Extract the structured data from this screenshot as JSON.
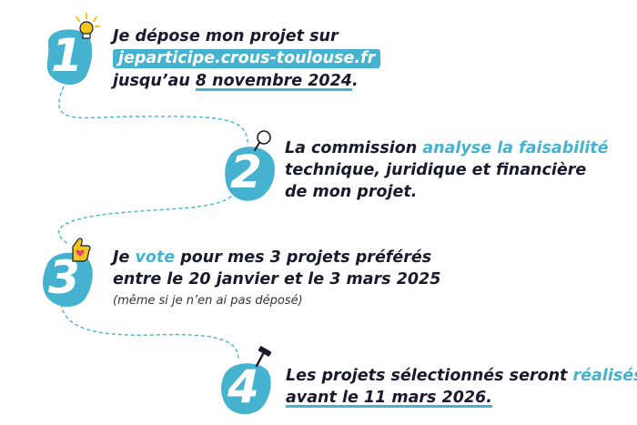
{
  "colors": {
    "accent": "#45b3cf",
    "text": "#1a1a2e",
    "bulb": "#f5c518",
    "heart": "#e8457a"
  },
  "steps": [
    {
      "number": "1",
      "icon": "lightbulb-icon",
      "line1": "Je dépose mon projet sur",
      "link": "jeparticipe.crous-toulouse.fr",
      "line3_prefix": "jusqu’au ",
      "line3_date": "8 novembre 2024",
      "line3_suffix": "."
    },
    {
      "number": "2",
      "icon": "magnifier-icon",
      "line1_prefix": "La commission ",
      "line1_highlight": "analyse la faisabilité",
      "line2": "technique, juridique et financière",
      "line3": "de mon projet."
    },
    {
      "number": "3",
      "icon": "thumbs-up-heart-icon",
      "line1_prefix": "Je ",
      "line1_highlight": "vote",
      "line1_suffix": " pour mes 3 projets préférés",
      "line2": "entre le 20 janvier et le 3 mars 2025",
      "note": "(même si je n’en ai pas déposé)"
    },
    {
      "number": "4",
      "icon": "hammer-icon",
      "line1_prefix": "Les projets sélectionnés seront ",
      "line1_highlight": "réalisés",
      "line2": "avant le 11 mars 2026."
    }
  ]
}
